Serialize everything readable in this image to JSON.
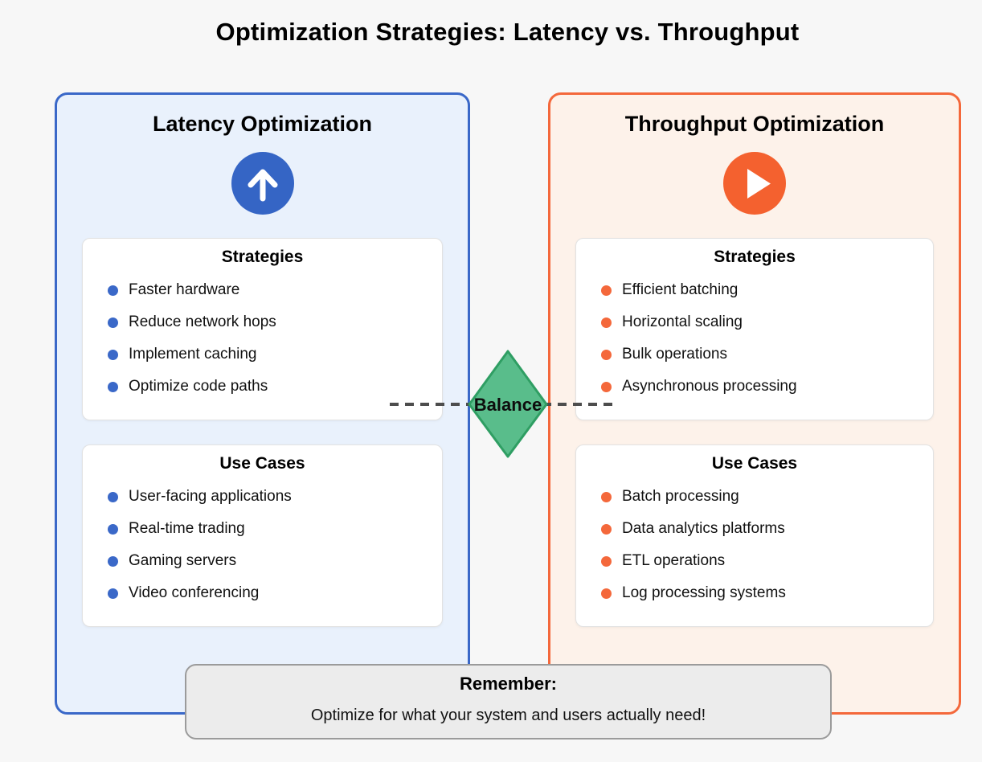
{
  "title": "Optimization Strategies: Latency vs. Throughput",
  "balance": {
    "label": "Balance"
  },
  "remember": {
    "title": "Remember:",
    "message": "Optimize for what your system and users actually need!"
  },
  "panels": [
    {
      "title": "Latency Optimization",
      "icon": "up-arrow-icon",
      "accent_color": "#3a68c8",
      "background_color": "#e9f1fc",
      "strategies": {
        "title": "Strategies",
        "items": [
          "Faster hardware",
          "Reduce network hops",
          "Implement caching",
          "Optimize code paths"
        ]
      },
      "use_cases": {
        "title": "Use Cases",
        "items": [
          "User-facing applications",
          "Real-time trading",
          "Gaming servers",
          "Video conferencing"
        ]
      }
    },
    {
      "title": "Throughput Optimization",
      "icon": "play-icon",
      "accent_color": "#f4683b",
      "background_color": "#fdf2ea",
      "strategies": {
        "title": "Strategies",
        "items": [
          "Efficient batching",
          "Horizontal scaling",
          "Bulk operations",
          "Asynchronous processing"
        ]
      },
      "use_cases": {
        "title": "Use Cases",
        "items": [
          "Batch processing",
          "Data analytics platforms",
          "ETL operations",
          "Log processing systems"
        ]
      }
    }
  ],
  "colors": {
    "diamond_fill": "#59bd8b",
    "diamond_border": "#2f9e63",
    "connector_dash": "#4d4d4d",
    "remember_background": "#ececec",
    "page_background": "#f7f7f7"
  }
}
